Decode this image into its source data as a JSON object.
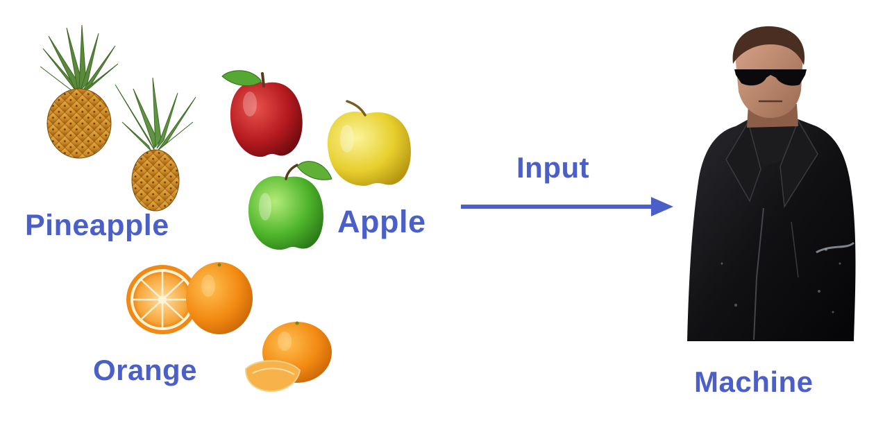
{
  "labels": {
    "pineapple": "Pineapple",
    "apple": "Apple",
    "orange": "Orange",
    "input": "Input",
    "machine": "Machine"
  },
  "colors": {
    "text": "#4a5fc8",
    "arrow": "#4a5fc8",
    "background": "#ffffff"
  },
  "pictures": {
    "fruit": [
      "pineapple",
      "pineapple",
      "red-apple",
      "yellow-apple",
      "green-apple",
      "orange-half",
      "orange-whole",
      "orange-whole",
      "orange-segment"
    ],
    "machine": "man-in-leather-jacket-and-sunglasses"
  }
}
